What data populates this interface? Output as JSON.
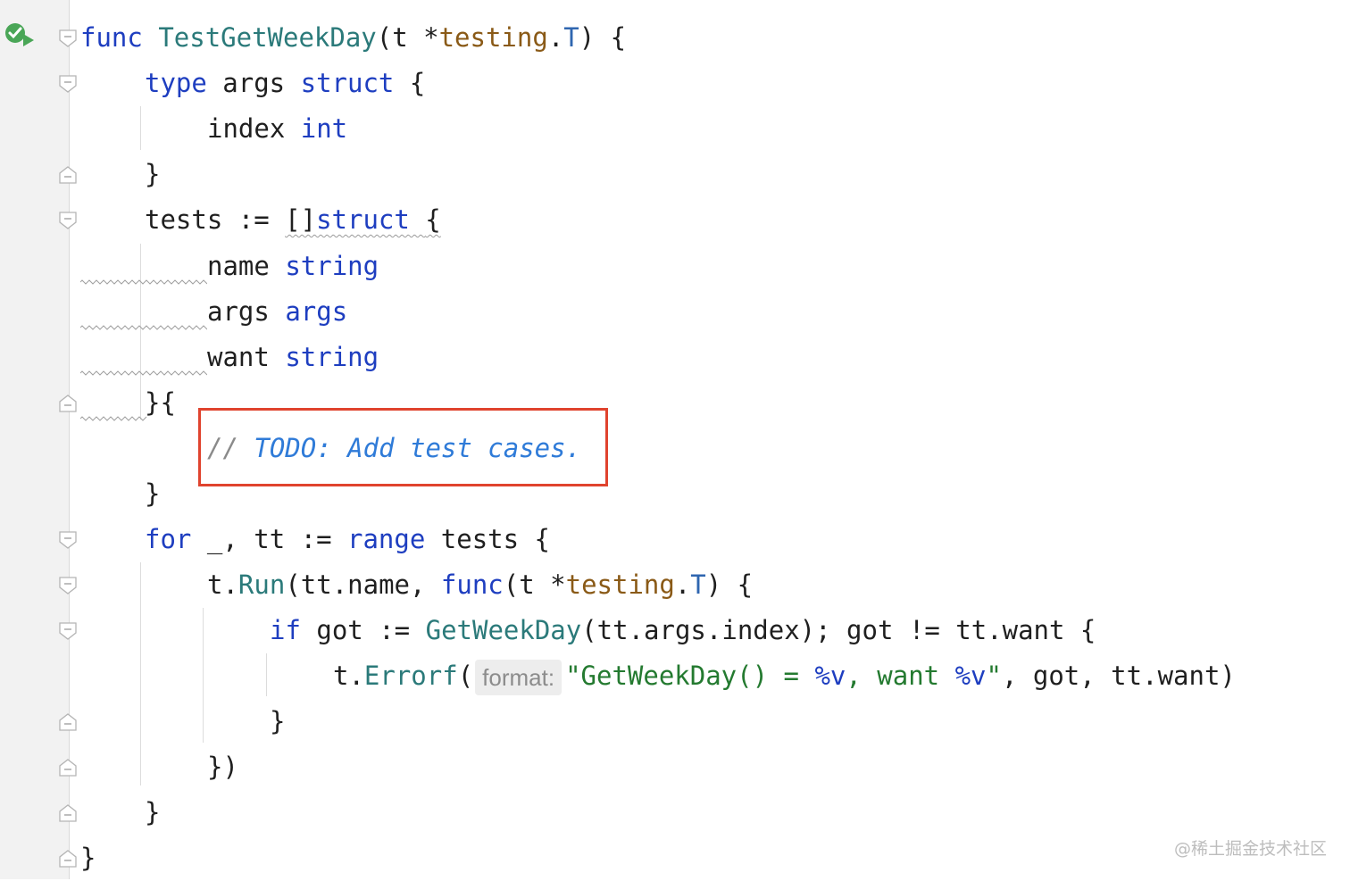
{
  "editor": {
    "lines": [
      {
        "tokens": [
          {
            "t": "func",
            "c": "kw"
          },
          {
            "t": " "
          },
          {
            "t": "TestGetWeekDay",
            "c": "fn"
          },
          {
            "t": "(t *"
          },
          {
            "t": "testing",
            "c": "ty"
          },
          {
            "t": "."
          },
          {
            "t": "T",
            "c": "tyT"
          },
          {
            "t": ") {"
          }
        ]
      },
      {
        "tokens": [
          {
            "t": "type",
            "c": "kw"
          },
          {
            "t": " args "
          },
          {
            "t": "struct",
            "c": "kw"
          },
          {
            "t": " {"
          }
        ]
      },
      {
        "tokens": [
          {
            "t": "index "
          },
          {
            "t": "int",
            "c": "kw"
          }
        ]
      },
      {
        "tokens": [
          {
            "t": "}"
          }
        ]
      },
      {
        "tokens": [
          {
            "t": "tests := "
          },
          {
            "t": "[]",
            "c": "warn"
          },
          {
            "t": "struct",
            "c": "kw warn"
          },
          {
            "t": " ",
            "c": "warn"
          },
          {
            "t": "{",
            "c": "warn"
          }
        ]
      },
      {
        "tokens": [
          {
            "t": "name "
          },
          {
            "t": "string",
            "c": "kw"
          }
        ]
      },
      {
        "tokens": [
          {
            "t": "args "
          },
          {
            "t": "args",
            "c": "kw"
          }
        ]
      },
      {
        "tokens": [
          {
            "t": "want "
          },
          {
            "t": "string",
            "c": "kw"
          }
        ]
      },
      {
        "tokens": [
          {
            "t": "}{"
          }
        ]
      },
      {
        "tokens": [
          {
            "t": "// ",
            "c": "cmtSlash"
          },
          {
            "t": "TODO: Add test cases.",
            "c": "cmt"
          }
        ]
      },
      {
        "tokens": [
          {
            "t": "}"
          }
        ]
      },
      {
        "tokens": [
          {
            "t": "for",
            "c": "kw"
          },
          {
            "t": " _, tt := "
          },
          {
            "t": "range",
            "c": "kw"
          },
          {
            "t": " tests {"
          }
        ]
      },
      {
        "tokens": [
          {
            "t": "t."
          },
          {
            "t": "Run",
            "c": "fn"
          },
          {
            "t": "(tt.name, "
          },
          {
            "t": "func",
            "c": "kw"
          },
          {
            "t": "(t *"
          },
          {
            "t": "testing",
            "c": "ty"
          },
          {
            "t": "."
          },
          {
            "t": "T",
            "c": "tyT"
          },
          {
            "t": ") {"
          }
        ]
      },
      {
        "tokens": [
          {
            "t": "if",
            "c": "kw"
          },
          {
            "t": " got := "
          },
          {
            "t": "GetWeekDay",
            "c": "fn"
          },
          {
            "t": "(tt.args.index); got != tt.want {"
          }
        ]
      },
      {
        "tokens": [
          {
            "t": "t."
          },
          {
            "t": "Errorf",
            "c": "fn"
          },
          {
            "t": "("
          },
          {
            "t": "format:",
            "c": "hint"
          },
          {
            "t": "\"GetWeekDay() = ",
            "c": "str"
          },
          {
            "t": "%v",
            "c": "fmt"
          },
          {
            "t": ", want ",
            "c": "str"
          },
          {
            "t": "%v",
            "c": "fmt"
          },
          {
            "t": "\"",
            "c": "str"
          },
          {
            "t": ", got, tt.want)"
          }
        ]
      },
      {
        "tokens": [
          {
            "t": "}"
          }
        ]
      },
      {
        "tokens": [
          {
            "t": "})"
          }
        ]
      },
      {
        "tokens": [
          {
            "t": "}"
          }
        ]
      },
      {
        "tokens": [
          {
            "t": "}"
          }
        ]
      }
    ]
  },
  "gutter": {
    "run_icon": "run-test-icon",
    "fold_icon": "fold-marker-icon"
  },
  "colors": {
    "keyword": "#1e3ec0",
    "function": "#2b7a7a",
    "package": "#8a5a17",
    "string": "#247a30",
    "comment": "#2f7bd8",
    "highlight_border": "#e0432e"
  },
  "watermark": "@稀土掘金技术社区"
}
